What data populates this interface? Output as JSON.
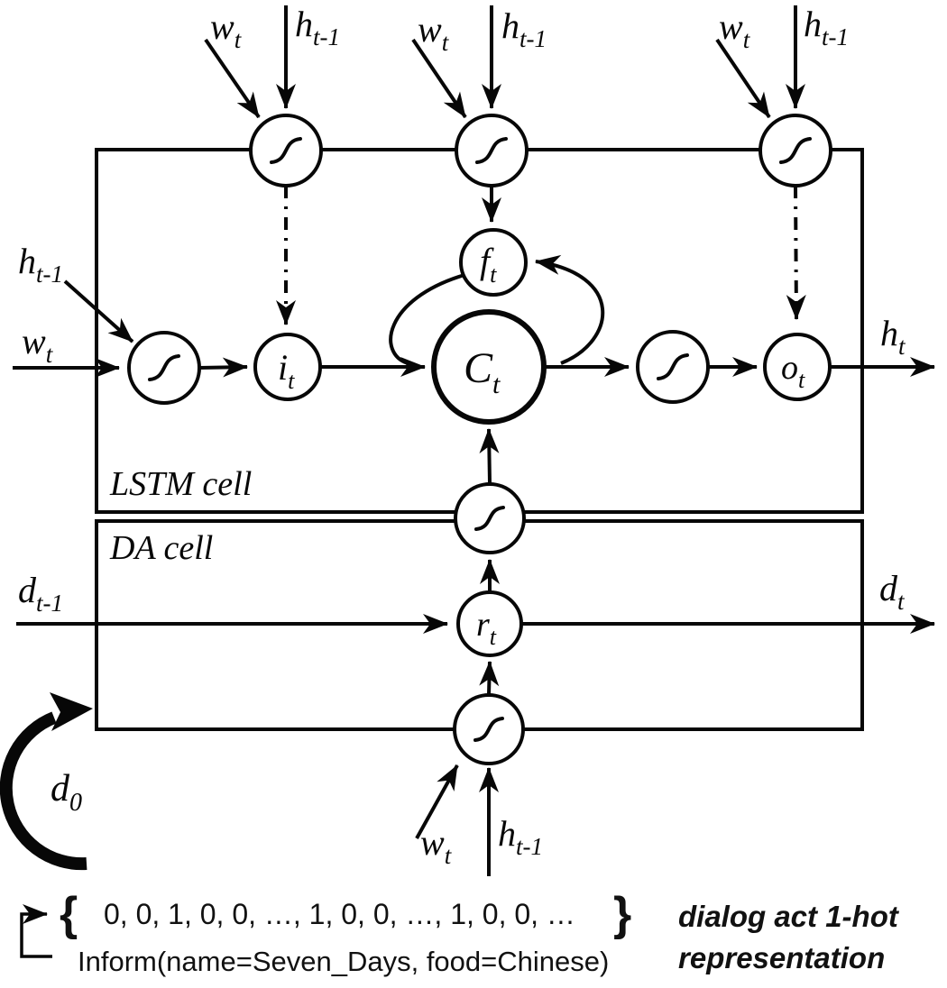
{
  "diagram": {
    "box_labels": {
      "lstm": "LSTM cell",
      "da": "DA cell"
    },
    "gate_nodes": {
      "input": {
        "main": "i",
        "sub": "t"
      },
      "forget": {
        "main": "f",
        "sub": "t"
      },
      "cell": {
        "main": "C",
        "sub": "t"
      },
      "output": {
        "main": "o",
        "sub": "t"
      },
      "da_gate": {
        "main": "r",
        "sub": "t"
      }
    },
    "signal_labels": {
      "wt": {
        "main": "w",
        "sub": "t"
      },
      "ht_prev": {
        "main": "h",
        "sub": "t-1"
      },
      "ht": {
        "main": "h",
        "sub": "t"
      },
      "dt_prev": {
        "main": "d",
        "sub": "t-1"
      },
      "dt": {
        "main": "d",
        "sub": "t"
      },
      "d0": {
        "main": "d",
        "sub": "0"
      }
    }
  },
  "bottom": {
    "open_brace": "{",
    "vector": "0, 0, 1, 0, 0, …, 1, 0, 0, …, 1, 0, 0, …",
    "close_brace": "}",
    "annotation": {
      "line1": "dialog act 1-hot",
      "line2": "representation"
    },
    "dialog_act": "Inform(name=Seven_Days, food=Chinese)"
  },
  "colors": {
    "ink": "#070707",
    "background": "#ffffff"
  }
}
